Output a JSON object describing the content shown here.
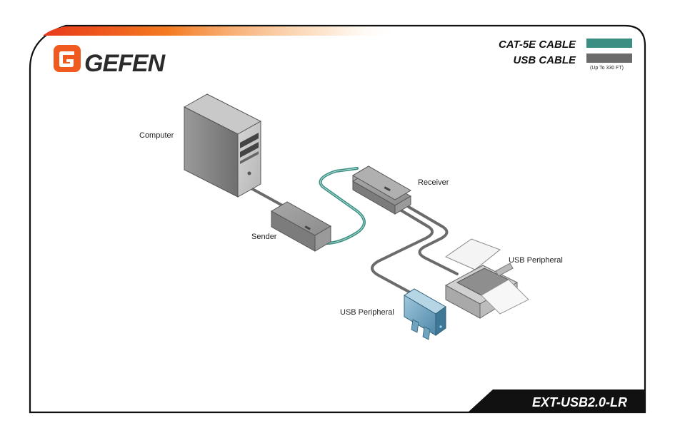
{
  "brand": {
    "name": "GEFEN",
    "logo_mark": "G"
  },
  "legend": {
    "items": [
      {
        "label": "CAT-5E CABLE",
        "color": "#3a8f82"
      },
      {
        "label": "USB CABLE",
        "color": "#6b6b6b"
      }
    ],
    "note": "(Up To 330 FT)"
  },
  "devices": {
    "computer": "Computer",
    "sender": "Sender",
    "receiver": "Receiver",
    "peripheral_printer": "USB Peripheral",
    "peripheral_drive": "USB Peripheral"
  },
  "model": "EXT-USB2.0-LR",
  "colors": {
    "accent_orange": "#f05a1e",
    "cat5e": "#3a8f82",
    "usb": "#6b6b6b",
    "frame": "#111111"
  }
}
